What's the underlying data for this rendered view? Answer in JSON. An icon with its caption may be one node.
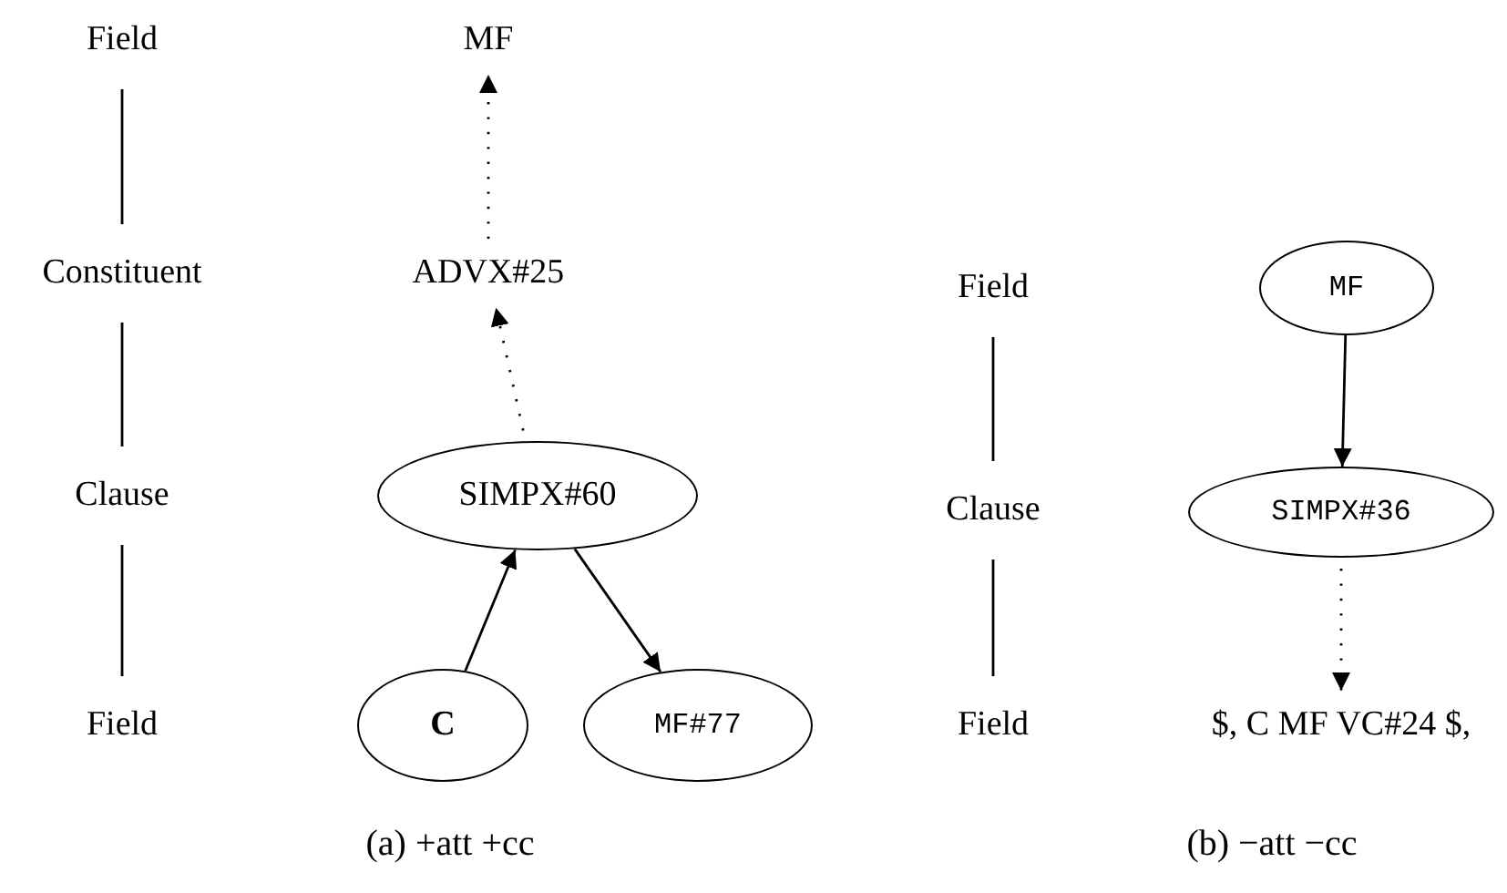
{
  "diagram": {
    "nodes": [
      {
        "text": [
          "Field"
        ]
      },
      {
        "text": [
          "MF"
        ]
      },
      {
        "text": [
          "Constituent"
        ]
      },
      {
        "text": [
          "ADVX#25"
        ]
      },
      {
        "text": [
          "Clause"
        ]
      },
      {
        "text": [
          "SIMPX#60"
        ]
      },
      {
        "text": [
          "Field"
        ]
      },
      {
        "text": [
          "C"
        ]
      },
      {
        "text": [
          "MF#77"
        ]
      },
      {
        "text": [
          "Field"
        ]
      },
      {
        "text": [
          "MF"
        ]
      },
      {
        "text": [
          "Clause"
        ]
      },
      {
        "text": [
          "SIMPX#36"
        ]
      },
      {
        "text": [
          "Field"
        ]
      },
      {
        "text": [
          "$, C MF VC#24 $,"
        ]
      }
    ],
    "edges": [
      {
        "from": 0,
        "to": 2,
        "arrow": "none"
      },
      {
        "from": 2,
        "to": 4,
        "arrow": "none"
      },
      {
        "from": 4,
        "to": 6,
        "arrow": "none"
      },
      {
        "from": 3,
        "to": 1,
        "arrow": "to",
        "style": "dashed"
      },
      {
        "from": 5,
        "to": 3,
        "arrow": "to",
        "style": "dashed"
      },
      {
        "from": 7,
        "to": 5,
        "arrow": "to"
      },
      {
        "from": 5,
        "to": 8,
        "arrow": "to"
      },
      {
        "from": 9,
        "to": 11,
        "arrow": "none"
      },
      {
        "from": 11,
        "to": 13,
        "arrow": "none"
      },
      {
        "from": 10,
        "to": 12,
        "arrow": "to"
      },
      {
        "from": 12,
        "to": 14,
        "arrow": "to",
        "style": "dashed"
      }
    ],
    "labels": [
      "(a) +att +cc",
      "(b) −att −cc"
    ]
  }
}
